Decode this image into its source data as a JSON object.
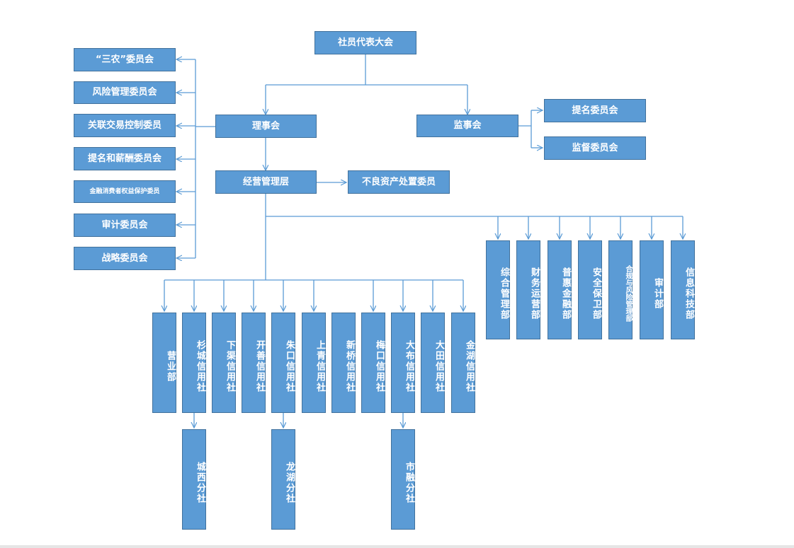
{
  "top": {
    "assembly": "社员代表大会"
  },
  "governance": {
    "board": "理事会",
    "supervisors": "监事会",
    "management": "经营管理层"
  },
  "board_committees": [
    "“三农”委员会",
    "风险管理委员会",
    "关联交易控制委员",
    "提名和薪酬委员会",
    "金融消费者权益保护委员",
    "审计委员会",
    "战略委员会"
  ],
  "supervisor_committees": [
    "提名委员会",
    "监督委员会"
  ],
  "management_committee": "不良资产处置委员",
  "departments": [
    "综合管理部",
    "财务运营部",
    "普惠金融部",
    "安全保卫部",
    "合规与风险管理部",
    "审计部",
    "信息科技部"
  ],
  "branches": [
    "营业部",
    "杉城信用社",
    "下渠信用社",
    "开善信用社",
    "朱口信用社",
    "上青信用社",
    "新桥信用社",
    "梅口信用社",
    "大布信用社",
    "大田信用社",
    "金湖信用社"
  ],
  "sub_branches": [
    "城西分社",
    "龙湖分社",
    "市融分社"
  ],
  "colors": {
    "box_fill": "#5b9bd5",
    "box_border": "#41719c",
    "line": "#5b9bd5",
    "text": "#ffffff"
  }
}
